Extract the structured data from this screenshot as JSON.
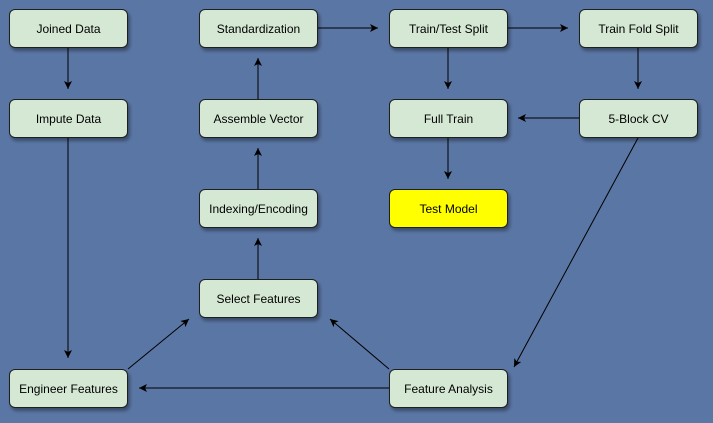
{
  "diagram": {
    "nodes": {
      "joined_data": "Joined Data",
      "impute_data": "Impute Data",
      "engineer_features": "Engineer Features",
      "standardization": "Standardization",
      "assemble_vector": "Assemble Vector",
      "indexing_encoding": "Indexing/Encoding",
      "select_features": "Select Features",
      "train_test_split": "Train/Test Split",
      "full_train": "Full Train",
      "test_model": "Test Model",
      "feature_analysis": "Feature Analysis",
      "train_fold_split": "Train Fold Split",
      "five_block_cv": "5-Block CV"
    },
    "edges": [
      [
        "joined_data",
        "impute_data"
      ],
      [
        "impute_data",
        "engineer_features"
      ],
      [
        "engineer_features",
        "select_features"
      ],
      [
        "select_features",
        "indexing_encoding"
      ],
      [
        "indexing_encoding",
        "assemble_vector"
      ],
      [
        "assemble_vector",
        "standardization"
      ],
      [
        "standardization",
        "train_test_split"
      ],
      [
        "train_test_split",
        "train_fold_split"
      ],
      [
        "train_test_split",
        "full_train"
      ],
      [
        "train_fold_split",
        "five_block_cv"
      ],
      [
        "five_block_cv",
        "full_train"
      ],
      [
        "full_train",
        "test_model"
      ],
      [
        "five_block_cv",
        "feature_analysis"
      ],
      [
        "feature_analysis",
        "select_features"
      ],
      [
        "feature_analysis",
        "engineer_features"
      ]
    ],
    "colors": {
      "background": "#5a76a4",
      "node_fill": "#d5e8d4",
      "highlight_fill": "#ffff00",
      "edge": "#000000"
    }
  }
}
